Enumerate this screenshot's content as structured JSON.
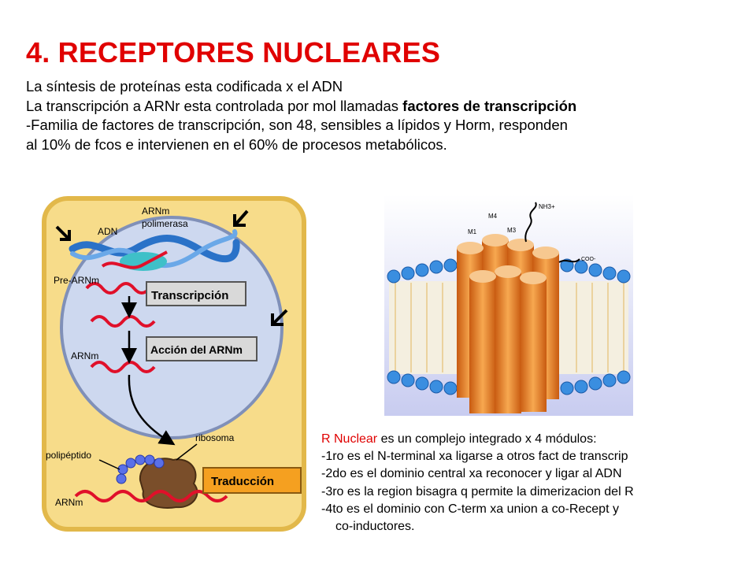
{
  "slide": {
    "title": "4. RECEPTORES NUCLEARES",
    "intro": {
      "line1": "La síntesis de proteínas esta codificada x el ADN",
      "line2_prefix": "La transcripción a ARNr esta controlada por mol llamadas ",
      "line2_bold": "factores de transcripción",
      "line3": "-Familia de factores de transcripción, son 48, sensibles a lípidos y Horm, responden",
      "line4": "al 10% de fcos e intervienen en el 60% de procesos metabólicos."
    }
  },
  "cell_figure": {
    "labels": {
      "arnm_top": "ARNm",
      "polimerasa": "polimerasa",
      "adn": "ADN",
      "pre_arnm": "Pre-ARNm",
      "arnm_mid": "ARNm",
      "ribosoma": "ribosoma",
      "polipeptido": "polipéptido",
      "arnm_bottom": "ARNm"
    },
    "boxes": {
      "transcripcion": "Transcripción",
      "accion": "Acción del ARNm",
      "traduccion": "Traducción"
    },
    "colors": {
      "cytoplasm": "#f7dc8a",
      "nucleus": "#cdd8ef",
      "dna": "#2a72c8",
      "rna": "#e0102a",
      "box_fill": "#d9d9d9",
      "traduccion_box": "#f5a020"
    }
  },
  "membrane_figure": {
    "labels": {
      "m4": "M4",
      "m1": "M1",
      "m3": "M3",
      "nh3": "NH3+",
      "coo": "COO-"
    },
    "colors": {
      "background": "#000000",
      "helix": "#f08a20",
      "lipid_head": "#3a8ee0"
    }
  },
  "notes": {
    "line1_red": "R Nuclear",
    "line1_rest": " es un complejo integrado x 4 módulos:",
    "line2": "-1ro es el N-terminal xa ligarse a otros fact de transcrip",
    "line3": "-2do es el dominio central xa reconocer y ligar al ADN",
    "line4": "-3ro es la region bisagra q permite la dimerizacion del R",
    "line5": "-4to es el dominio con C-term xa union a co-Recept y",
    "line6": "co-inductores."
  }
}
